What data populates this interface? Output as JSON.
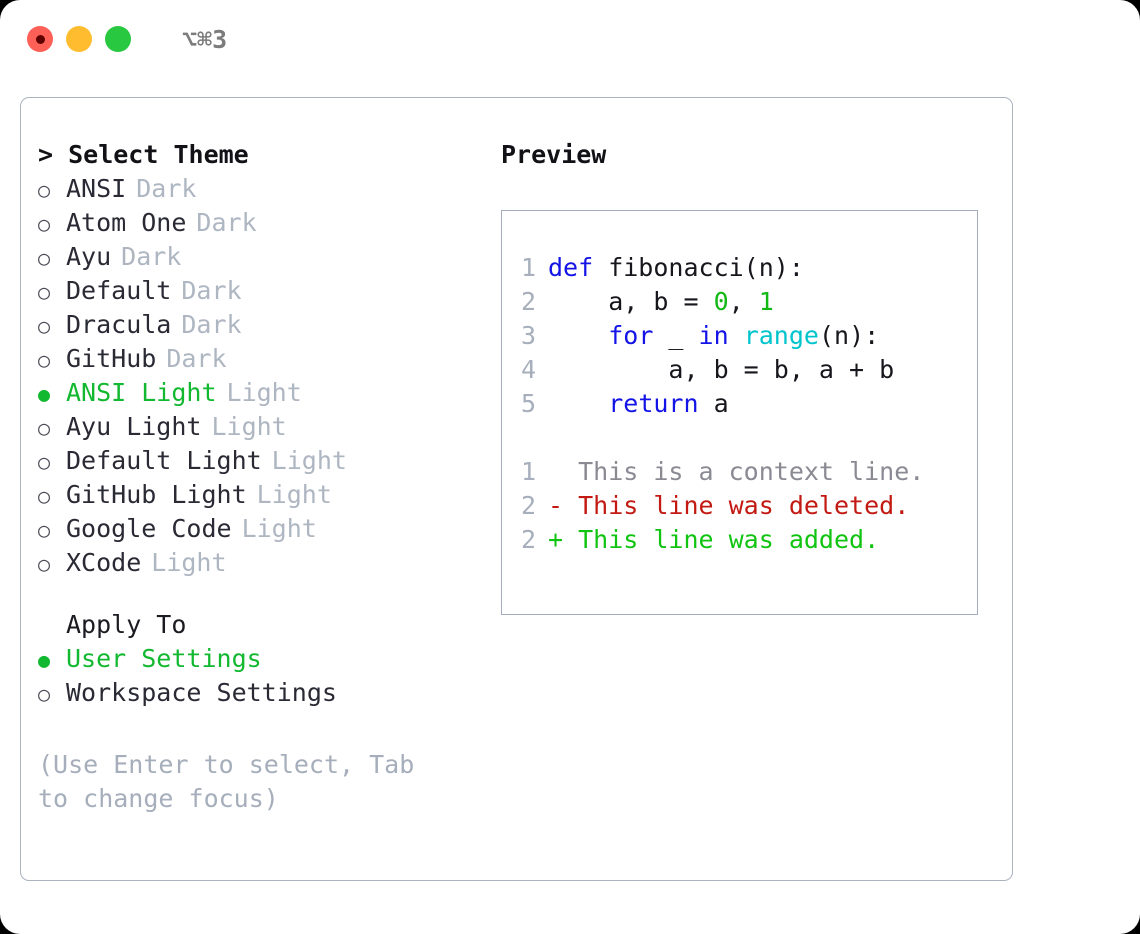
{
  "titlebar": {
    "shortcut": "⌥⌘3",
    "buttons": [
      {
        "name": "close",
        "color": "#FE5F57"
      },
      {
        "name": "minimize",
        "color": "#FEBC2E"
      },
      {
        "name": "maximize",
        "color": "#28C840"
      }
    ]
  },
  "theme_picker": {
    "heading": "> Select Theme",
    "items": [
      {
        "marker": "○",
        "name": "ANSI",
        "tag": "Dark",
        "selected": false
      },
      {
        "marker": "○",
        "name": "Atom One",
        "tag": "Dark",
        "selected": false
      },
      {
        "marker": "○",
        "name": "Ayu",
        "tag": "Dark",
        "selected": false
      },
      {
        "marker": "○",
        "name": "Default",
        "tag": "Dark",
        "selected": false
      },
      {
        "marker": "○",
        "name": "Dracula",
        "tag": "Dark",
        "selected": false
      },
      {
        "marker": "○",
        "name": "GitHub",
        "tag": "Dark",
        "selected": false
      },
      {
        "marker": "●",
        "name": "ANSI Light",
        "tag": "Light",
        "selected": true
      },
      {
        "marker": "○",
        "name": "Ayu Light",
        "tag": "Light",
        "selected": false
      },
      {
        "marker": "○",
        "name": "Default Light",
        "tag": "Light",
        "selected": false
      },
      {
        "marker": "○",
        "name": "GitHub Light",
        "tag": "Light",
        "selected": false
      },
      {
        "marker": "○",
        "name": "Google Code",
        "tag": "Light",
        "selected": false
      },
      {
        "marker": "○",
        "name": "XCode",
        "tag": "Light",
        "selected": false
      }
    ]
  },
  "apply_to": {
    "heading": "Apply To",
    "items": [
      {
        "marker": "●",
        "name": "User Settings",
        "selected": true
      },
      {
        "marker": "○",
        "name": "Workspace Settings",
        "selected": false
      }
    ]
  },
  "hint": "(Use Enter to select, Tab to change focus)",
  "preview": {
    "heading": "Preview",
    "code_lines": [
      {
        "no": "1",
        "segments": [
          {
            "text": "def",
            "kind": "kw"
          },
          {
            "text": " fibonacci(n):",
            "kind": "plain"
          }
        ]
      },
      {
        "no": "2",
        "segments": [
          {
            "text": "    a, b = ",
            "kind": "plain"
          },
          {
            "text": "0",
            "kind": "num"
          },
          {
            "text": ", ",
            "kind": "plain"
          },
          {
            "text": "1",
            "kind": "num"
          }
        ]
      },
      {
        "no": "3",
        "segments": [
          {
            "text": "    ",
            "kind": "plain"
          },
          {
            "text": "for",
            "kind": "kw"
          },
          {
            "text": " _ ",
            "kind": "plain"
          },
          {
            "text": "in",
            "kind": "kw"
          },
          {
            "text": " ",
            "kind": "plain"
          },
          {
            "text": "range",
            "kind": "fn"
          },
          {
            "text": "(n):",
            "kind": "plain"
          }
        ]
      },
      {
        "no": "4",
        "segments": [
          {
            "text": "        a, b = b, a + b",
            "kind": "plain"
          }
        ]
      },
      {
        "no": "5",
        "segments": [
          {
            "text": "    ",
            "kind": "plain"
          },
          {
            "text": "return",
            "kind": "kw"
          },
          {
            "text": " a",
            "kind": "plain"
          }
        ]
      }
    ],
    "diff_lines": [
      {
        "no": "1",
        "sign": " ",
        "text": " This is a context line.",
        "kind": "ctx"
      },
      {
        "no": "2",
        "sign": "-",
        "text": " This line was deleted.",
        "kind": "del"
      },
      {
        "no": "2",
        "sign": "+",
        "text": " This line was added.",
        "kind": "add"
      }
    ]
  },
  "colors": {
    "accent_green": "#12B830",
    "muted": "#AEB6C2",
    "keyword": "#1414E6",
    "function": "#00C4CC",
    "number": "#14B814",
    "diff_deleted": "#C21A12",
    "diff_added": "#11C411",
    "border": "#AAB3C0"
  }
}
